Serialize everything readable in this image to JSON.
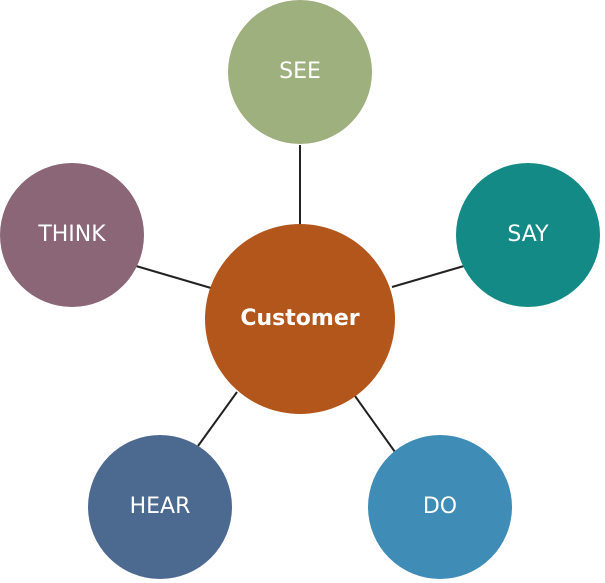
{
  "diagram": {
    "center": {
      "label": "Customer",
      "color": "#b3561b"
    },
    "nodes": [
      {
        "id": "see",
        "label": "SEE",
        "color": "#9fb07f"
      },
      {
        "id": "say",
        "label": "SAY",
        "color": "#148a86"
      },
      {
        "id": "do",
        "label": "DO",
        "color": "#3f8db6"
      },
      {
        "id": "hear",
        "label": "HEAR",
        "color": "#4c6a8f"
      },
      {
        "id": "think",
        "label": "THINK",
        "color": "#8a6677"
      }
    ],
    "connector_color": "#222222"
  }
}
